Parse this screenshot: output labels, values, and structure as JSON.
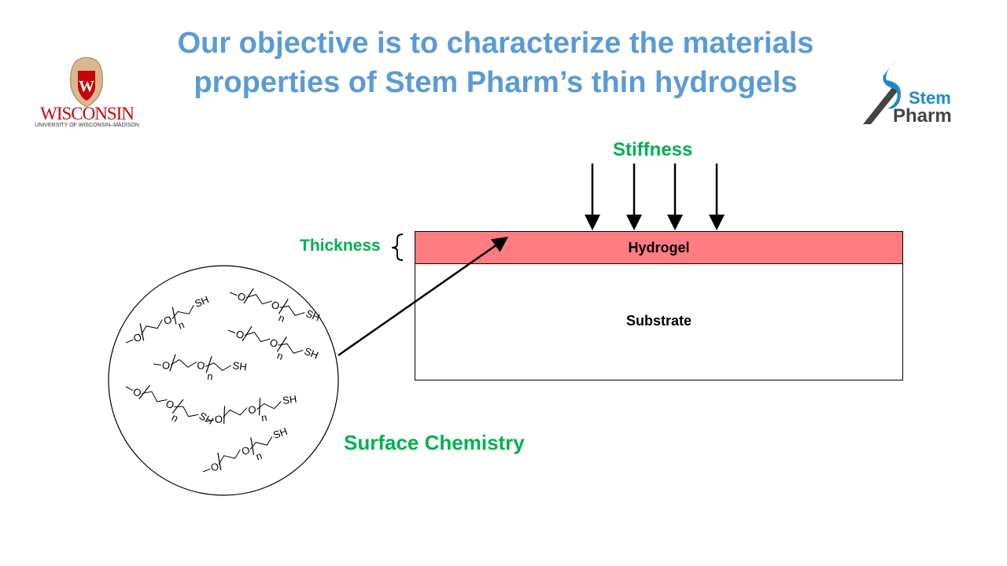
{
  "title_line1": "Our objective is to characterize the materials",
  "title_line2": "properties of Stem Pharm’s thin hydrogels",
  "logos": {
    "left": {
      "name": "WISCONSIN",
      "sub": "UNIVERSITY OF WISCONSIN–MADISON",
      "crest_letter": "W"
    },
    "right": {
      "line1": "Stem",
      "line2": "Pharm"
    }
  },
  "labels": {
    "stiffness": "Stiffness",
    "thickness": "Thickness",
    "hydrogel": "Hydrogel",
    "substrate": "Substrate",
    "surface_chemistry": "Surface Chemistry"
  },
  "molecule": {
    "oxygen": "O",
    "repeat": "n",
    "thiol": "SH"
  },
  "colors": {
    "title": "#5b9bd5",
    "label": "#00b050",
    "hydrogel": "#ff7c80"
  }
}
